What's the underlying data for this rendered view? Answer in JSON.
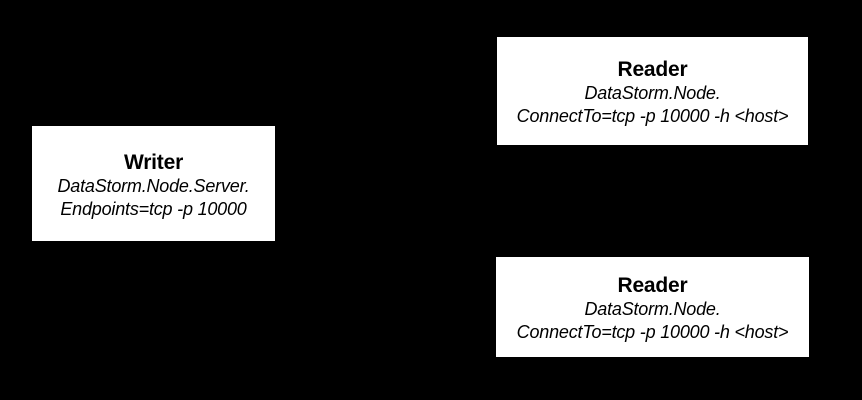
{
  "canvas": {
    "background_color": "#000000",
    "node_fill_color": "#ffffff",
    "node_text_color": "#000000"
  },
  "nodes": [
    {
      "id": "writer",
      "title": "Writer",
      "config_lines": [
        "DataStorm.Node.Server.",
        "Endpoints=tcp -p 10000"
      ]
    },
    {
      "id": "reader-1",
      "title": "Reader",
      "config_lines": [
        "DataStorm.Node.",
        "ConnectTo=tcp -p 10000 -h <host>"
      ]
    },
    {
      "id": "reader-2",
      "title": "Reader",
      "config_lines": [
        "DataStorm.Node.",
        "ConnectTo=tcp -p 10000 -h <host>"
      ]
    }
  ]
}
